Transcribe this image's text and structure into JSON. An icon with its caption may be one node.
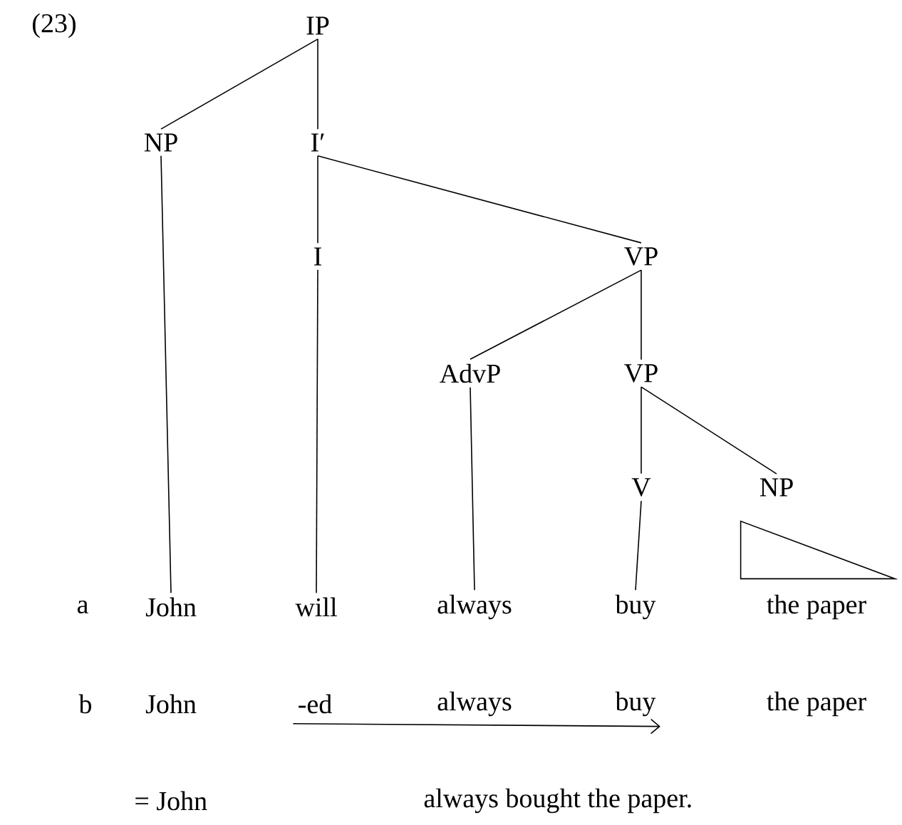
{
  "diagram": {
    "nodes": [
      {
        "text": [
          "IP"
        ]
      },
      {
        "text": [
          "NP"
        ]
      },
      {
        "text": [
          "I′"
        ]
      },
      {
        "text": [
          "I"
        ]
      },
      {
        "text": [
          "VP"
        ]
      },
      {
        "text": [
          "AdvP"
        ]
      },
      {
        "text": [
          "VP"
        ]
      },
      {
        "text": [
          "V"
        ]
      },
      {
        "text": [
          "NP"
        ]
      },
      {
        "text": [],
        "shape": "triangle"
      },
      {
        "text": [
          "John"
        ]
      },
      {
        "text": [
          "will"
        ]
      },
      {
        "text": [
          "always"
        ]
      },
      {
        "text": [
          "buy"
        ]
      },
      {
        "text": [
          "the paper"
        ]
      },
      {
        "text": [
          "John"
        ]
      },
      {
        "text": [
          "-ed"
        ]
      },
      {
        "text": [
          "always"
        ]
      },
      {
        "text": [
          "buy"
        ]
      },
      {
        "text": [
          "the paper"
        ]
      }
    ],
    "edges": [
      {
        "from": 0,
        "to": 1,
        "arrow": "none"
      },
      {
        "from": 0,
        "to": 2,
        "arrow": "none"
      },
      {
        "from": 2,
        "to": 3,
        "arrow": "none"
      },
      {
        "from": 2,
        "to": 4,
        "arrow": "none"
      },
      {
        "from": 4,
        "to": 5,
        "arrow": "none"
      },
      {
        "from": 4,
        "to": 6,
        "arrow": "none"
      },
      {
        "from": 6,
        "to": 7,
        "arrow": "none"
      },
      {
        "from": 6,
        "to": 8,
        "arrow": "none"
      },
      {
        "from": 1,
        "to": 10,
        "arrow": "none"
      },
      {
        "from": 3,
        "to": 11,
        "arrow": "none"
      },
      {
        "from": 5,
        "to": 12,
        "arrow": "none"
      },
      {
        "from": 7,
        "to": 13,
        "arrow": "none"
      },
      {
        "from": 16,
        "to": 18,
        "arrow": "to"
      }
    ],
    "labels": [
      "(23)",
      "a",
      "b",
      "= John",
      "always bought the paper."
    ]
  }
}
